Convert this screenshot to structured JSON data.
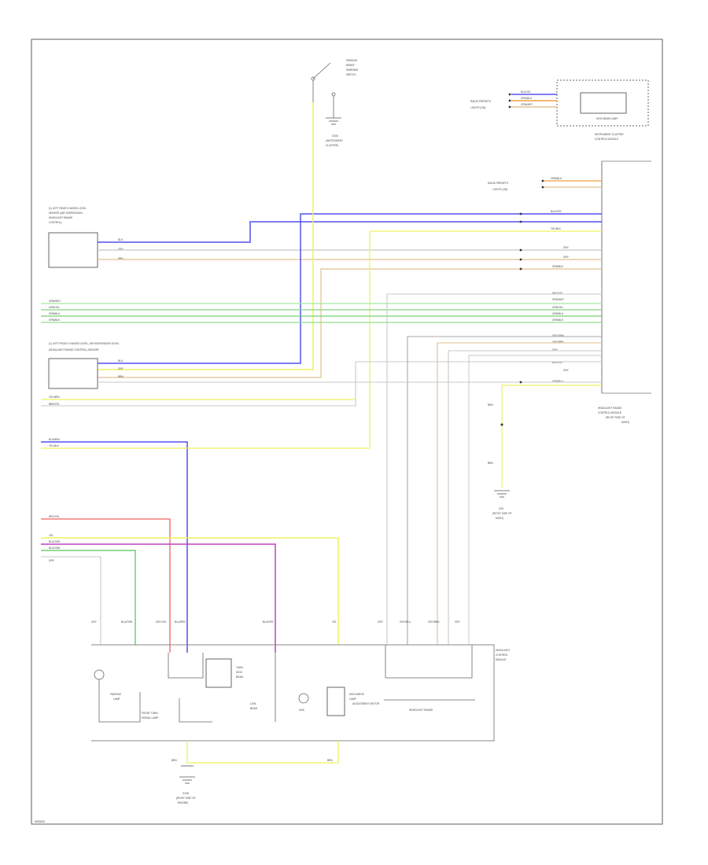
{
  "footer_id": "W2000",
  "labels": {
    "parking_brake_switch": [
      "PARKING",
      "BRAKE",
      "WARNING",
      "SWITCH"
    ],
    "ground_top": [
      "G193",
      "(INSTRUMENT",
      "CLUSTER)"
    ],
    "instrument_cluster": [
      "INSTRUMENT CLUSTER",
      "CONTROL MODULE"
    ],
    "cluster_inputs": [
      "RADIO PRESETS",
      "LIGHTS (ON)"
    ],
    "cluster_wires": [
      "BLU/YEL",
      "ORN/BLU",
      "ORN/WHT"
    ],
    "cluster_lamp": "HIGH BEAM LAMP",
    "rear_sensor": [
      "(1) LEFT REAR CHASSIS LEVEL",
      "SENSOR (AIR SUSPENSION,",
      "HEADLIGHT RANGE",
      "CONTROL)"
    ],
    "front_sensor": [
      "(1) LEFT FRONT CHASSIS LEVEL, AIR SUSPENSION LEVEL",
      "(HEADLIGHT RANGE CONTROL) SENSOR"
    ],
    "right_inputs": [
      "RADIO PRESETS",
      "LIGHTS (ON)"
    ],
    "right_module": [
      "HEADLIGHT RANGE",
      "CONTROL MODULE",
      "(RIGHT SIDE OF",
      "DASH)"
    ],
    "ground_right": [
      "G20",
      "(RIGHT SIDE OF",
      "DASH)"
    ],
    "ground_bottom": [
      "G108",
      "(RIGHT SIDE OF",
      "ENGINE)"
    ],
    "rear_wires": [
      "BLU",
      "GRY",
      "BRN"
    ],
    "right_wires": [
      "ORN/BLU",
      "BLU/GRY",
      "YEL/BLK",
      "GRY",
      "GRY",
      "GRN/BLK",
      "WHT/YEL",
      "GRN/WHT",
      "GRN/YEL",
      "GRN/BLU",
      "GRN/BLK",
      "GRY/GRN",
      "GRY/BRN",
      "GRY",
      "BLK/YEL",
      "GRY",
      "GRN/BLU"
    ],
    "left_bus_wires": [
      "GRN/WHT",
      "GRN/YEL",
      "GRN/BLU",
      "GRN/BLK"
    ],
    "front_wires": [
      "BLU",
      "GRY",
      "BRN"
    ],
    "misc_wires": [
      "YEL/BRN",
      "BRN/YEL",
      "BLU/BRN",
      "YEL/BLK",
      "RED/YEL",
      "YEL",
      "BLU/GRN",
      "BLU/GRN",
      "GRY"
    ],
    "bottom_module": [
      "HEADLIGHT",
      "CONTROL",
      "MODULE"
    ],
    "bottom_components": [
      "PARKING",
      "LAMP",
      "FRONT TURN",
      "SIGNAL LAMP",
      "HEADLIGHT RANGE",
      "ADJUSTMENT MOTOR",
      "GAS",
      "DISCHARGE",
      "LAMP",
      "TURN",
      "HIGH",
      "BEAM",
      "LOW",
      "BEAM"
    ],
    "drop_labels": [
      "GRY",
      "BLU/GRN",
      "GRY/YEL",
      "BLU/RED",
      "BLU/GRY",
      "YEL",
      "GRY",
      "GRY/BLU",
      "GRY/BRN",
      "GRY"
    ],
    "ground_wire_labels": [
      "BRN",
      "BRN",
      "BRN",
      "BRN"
    ]
  },
  "colors": {
    "blue": "#5050f0",
    "yellow": "#f0f060",
    "green": "#70d070",
    "gray": "#a8a8a8",
    "tan": "#e0c090",
    "red": "#f06060",
    "magenta": "#c040c0",
    "orange": "#f0a040",
    "pale": "#c8c8c8"
  }
}
